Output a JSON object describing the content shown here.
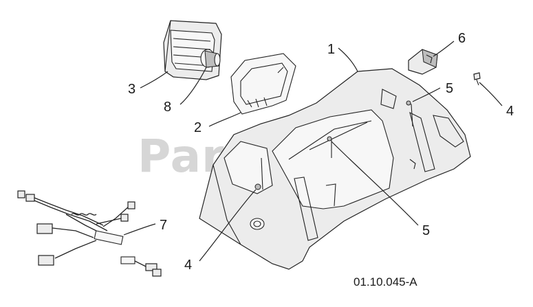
{
  "diagram": {
    "watermark": "PartsTree",
    "doc_id": "01.10.045-A",
    "callouts": {
      "c1": "1",
      "c2": "2",
      "c3": "3",
      "c4a": "4",
      "c4b": "4",
      "c5a": "5",
      "c5b": "5",
      "c6": "6",
      "c7": "7",
      "c8": "8"
    }
  }
}
